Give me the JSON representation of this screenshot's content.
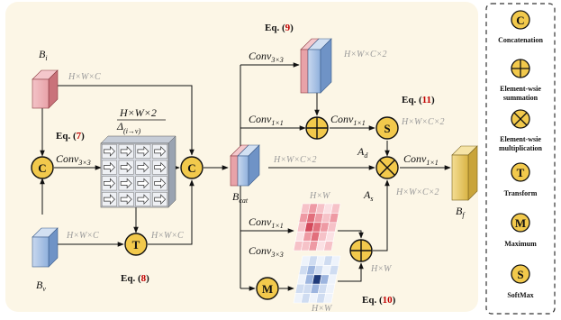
{
  "colors": {
    "background_panel": "#fcf6e6",
    "operator_yellow": "#f2c94c",
    "feature_red": "#e8a2a8",
    "feature_blue": "#9db8df",
    "feature_gold": "#e3c15a"
  },
  "labels": {
    "b_i_base": "B",
    "b_i_sub": "i",
    "b_v_base": "B",
    "b_v_sub": "v",
    "b_cat_base": "B",
    "b_cat_sub": "cat",
    "b_f_base": "B",
    "b_f_sub": "f",
    "a_d_base": "A",
    "a_d_sub": "d",
    "a_s_base": "A",
    "a_s_sub": "s",
    "delta_top": "H×W×2",
    "delta_base": "Δ",
    "delta_sub": "(i→v)"
  },
  "dims": {
    "hwc_top": "H×W×C",
    "hwc_bottom": "H×W×C",
    "hwc_t": "H×W×C",
    "hwc2_top": "H×W×C×2",
    "hwc2_mid": "H×W×C×2",
    "hwc2_s": "H×W×C×2",
    "hwc2_out": "H×W×C×2",
    "hw_top": "H×W",
    "hw_bottom": "H×W",
    "hw_right": "H×W"
  },
  "convs": {
    "conv3_left": {
      "base": "Conv",
      "sub": "3×3"
    },
    "conv3_top": {
      "base": "Conv",
      "sub": "3×3"
    },
    "conv1_top": {
      "base": "Conv",
      "sub": "1×1"
    },
    "conv1_mid": {
      "base": "Conv",
      "sub": "1×1"
    },
    "conv1_out": {
      "base": "Conv",
      "sub": "1×1"
    },
    "conv1_low": {
      "base": "Conv",
      "sub": "1×1"
    },
    "conv3_low": {
      "base": "Conv",
      "sub": "3×3"
    }
  },
  "equations": {
    "eq7": {
      "prefix": "Eq. (",
      "num": "7",
      "suffix": ")"
    },
    "eq8": {
      "prefix": "Eq. (",
      "num": "8",
      "suffix": ")"
    },
    "eq9": {
      "prefix": "Eq. (",
      "num": "9",
      "suffix": ")"
    },
    "eq10": {
      "prefix": "Eq. (",
      "num": "10",
      "suffix": ")"
    },
    "eq11": {
      "prefix": "Eq. (",
      "num": "11",
      "suffix": ")"
    }
  },
  "operators": {
    "concat": "C",
    "transform": "T",
    "maximum": "M",
    "softmax": "S"
  },
  "legend": [
    {
      "symbol": "C",
      "icon": "concatenation-icon",
      "lines": [
        "Concatenation"
      ]
    },
    {
      "symbol": "",
      "icon": "element-wise-summation-icon",
      "lines": [
        "Element-wsie",
        "summation"
      ]
    },
    {
      "symbol": "",
      "icon": "element-wise-multiplication-icon",
      "lines": [
        "Element-wsie",
        "multiplication"
      ]
    },
    {
      "symbol": "T",
      "icon": "transform-icon",
      "lines": [
        "Transform"
      ]
    },
    {
      "symbol": "M",
      "icon": "maximum-icon",
      "lines": [
        "Maximum"
      ]
    },
    {
      "symbol": "S",
      "icon": "softmax-icon",
      "lines": [
        "SoftMax"
      ]
    }
  ]
}
